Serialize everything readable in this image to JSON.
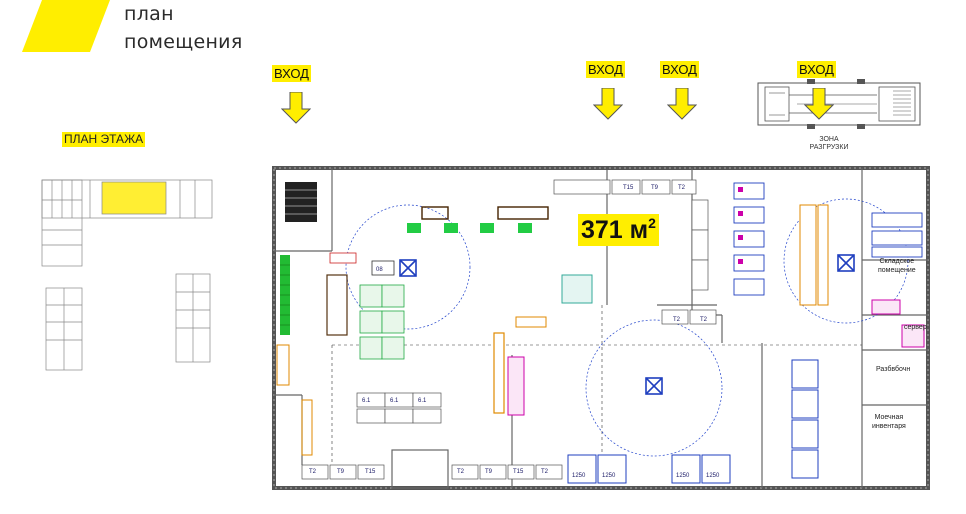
{
  "header": {
    "title_line1": "план",
    "title_line2": "помещения"
  },
  "entries": [
    {
      "label": "ВХОД"
    },
    {
      "label": "ВХОД"
    },
    {
      "label": "ВХОД"
    },
    {
      "label": "ВХОД"
    }
  ],
  "floor_plan": {
    "label": "ПЛАН ЭТАЖА"
  },
  "loading_zone": {
    "label_line1": "ЗОНА",
    "label_line2": "РАЗГРУЗКИ"
  },
  "area": {
    "value": "371 м",
    "unit_sup": "2"
  },
  "rooms": {
    "storage_line1": "Складское",
    "storage_line2": "помещение",
    "server": "сервер",
    "dishwash": "Разбвбочн",
    "wash_line1": "Моечная",
    "wash_line2": "инвентаря"
  },
  "tags": {
    "t2": "T2",
    "t9": "T9",
    "t15": "T15",
    "t6": "6.1",
    "t8": "08",
    "t1250": "1250"
  },
  "colors": {
    "accent_yellow": "#ffee00",
    "arrow_fill": "#ffee00",
    "plan_blue": "#1f3fbf",
    "plan_magenta": "#cc00aa",
    "plan_green": "#1fbf3f",
    "plan_orange": "#e08a00"
  }
}
